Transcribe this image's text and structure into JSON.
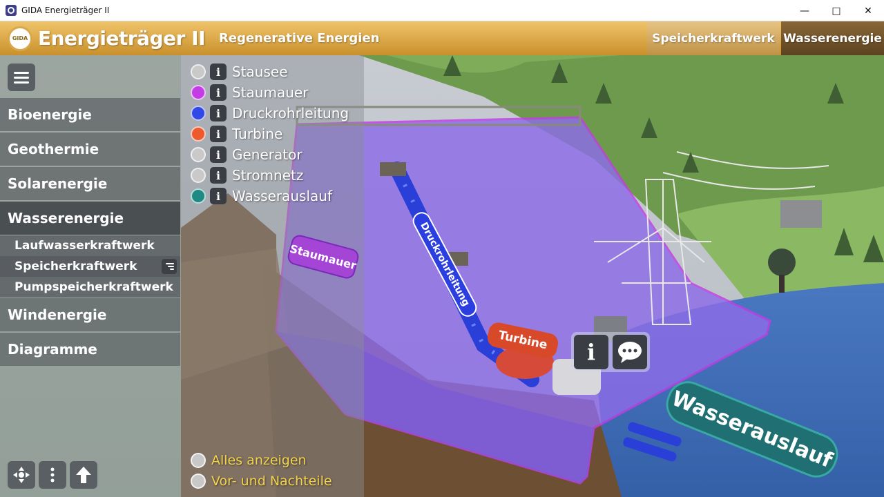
{
  "window": {
    "title": "GIDA Energieträger II"
  },
  "header": {
    "logo_text": "GIDA",
    "title": "Energieträger II",
    "subtitle": "Regenerative Energien",
    "tabs": [
      {
        "label": "Speicherkraftwerk",
        "active": false
      },
      {
        "label": "Wasserenergie",
        "active": true
      }
    ]
  },
  "sidebar": {
    "items": [
      {
        "label": "Bioenergie"
      },
      {
        "label": "Geothermie"
      },
      {
        "label": "Solarenergie"
      },
      {
        "label": "Wasserenergie",
        "active": true
      },
      {
        "label": "Windenergie"
      },
      {
        "label": "Diagramme"
      }
    ],
    "subitems": [
      {
        "label": "Laufwasserkraftwerk"
      },
      {
        "label": "Speicherkraftwerk",
        "selected": true
      },
      {
        "label": "Pumpspeicherkraftwerk"
      }
    ]
  },
  "legend": {
    "items": [
      {
        "label": "Stausee",
        "color": "#c9c9c9"
      },
      {
        "label": "Staumauer",
        "color": "#c43ce6"
      },
      {
        "label": "Druckrohrleitung",
        "color": "#2f48e6"
      },
      {
        "label": "Turbine",
        "color": "#ec5a2e"
      },
      {
        "label": "Generator",
        "color": "#c9c9c9"
      },
      {
        "label": "Stromnetz",
        "color": "#c9c9c9"
      },
      {
        "label": "Wasserauslauf",
        "color": "#1f8a84"
      }
    ],
    "options": [
      {
        "label": "Alles anzeigen"
      },
      {
        "label": "Vor- und Nachteile"
      }
    ]
  },
  "scene_labels": {
    "staumauer": "Staumauer",
    "druckrohrleitung": "Druckrohrleitung",
    "turbine": "Turbine",
    "wasserauslauf": "Wasserauslauf"
  },
  "icons": {
    "info": "info-icon",
    "speech": "speech-bubble-icon",
    "menu": "menu-icon",
    "move": "move-icon",
    "more": "more-icon",
    "up": "arrow-up-icon"
  }
}
